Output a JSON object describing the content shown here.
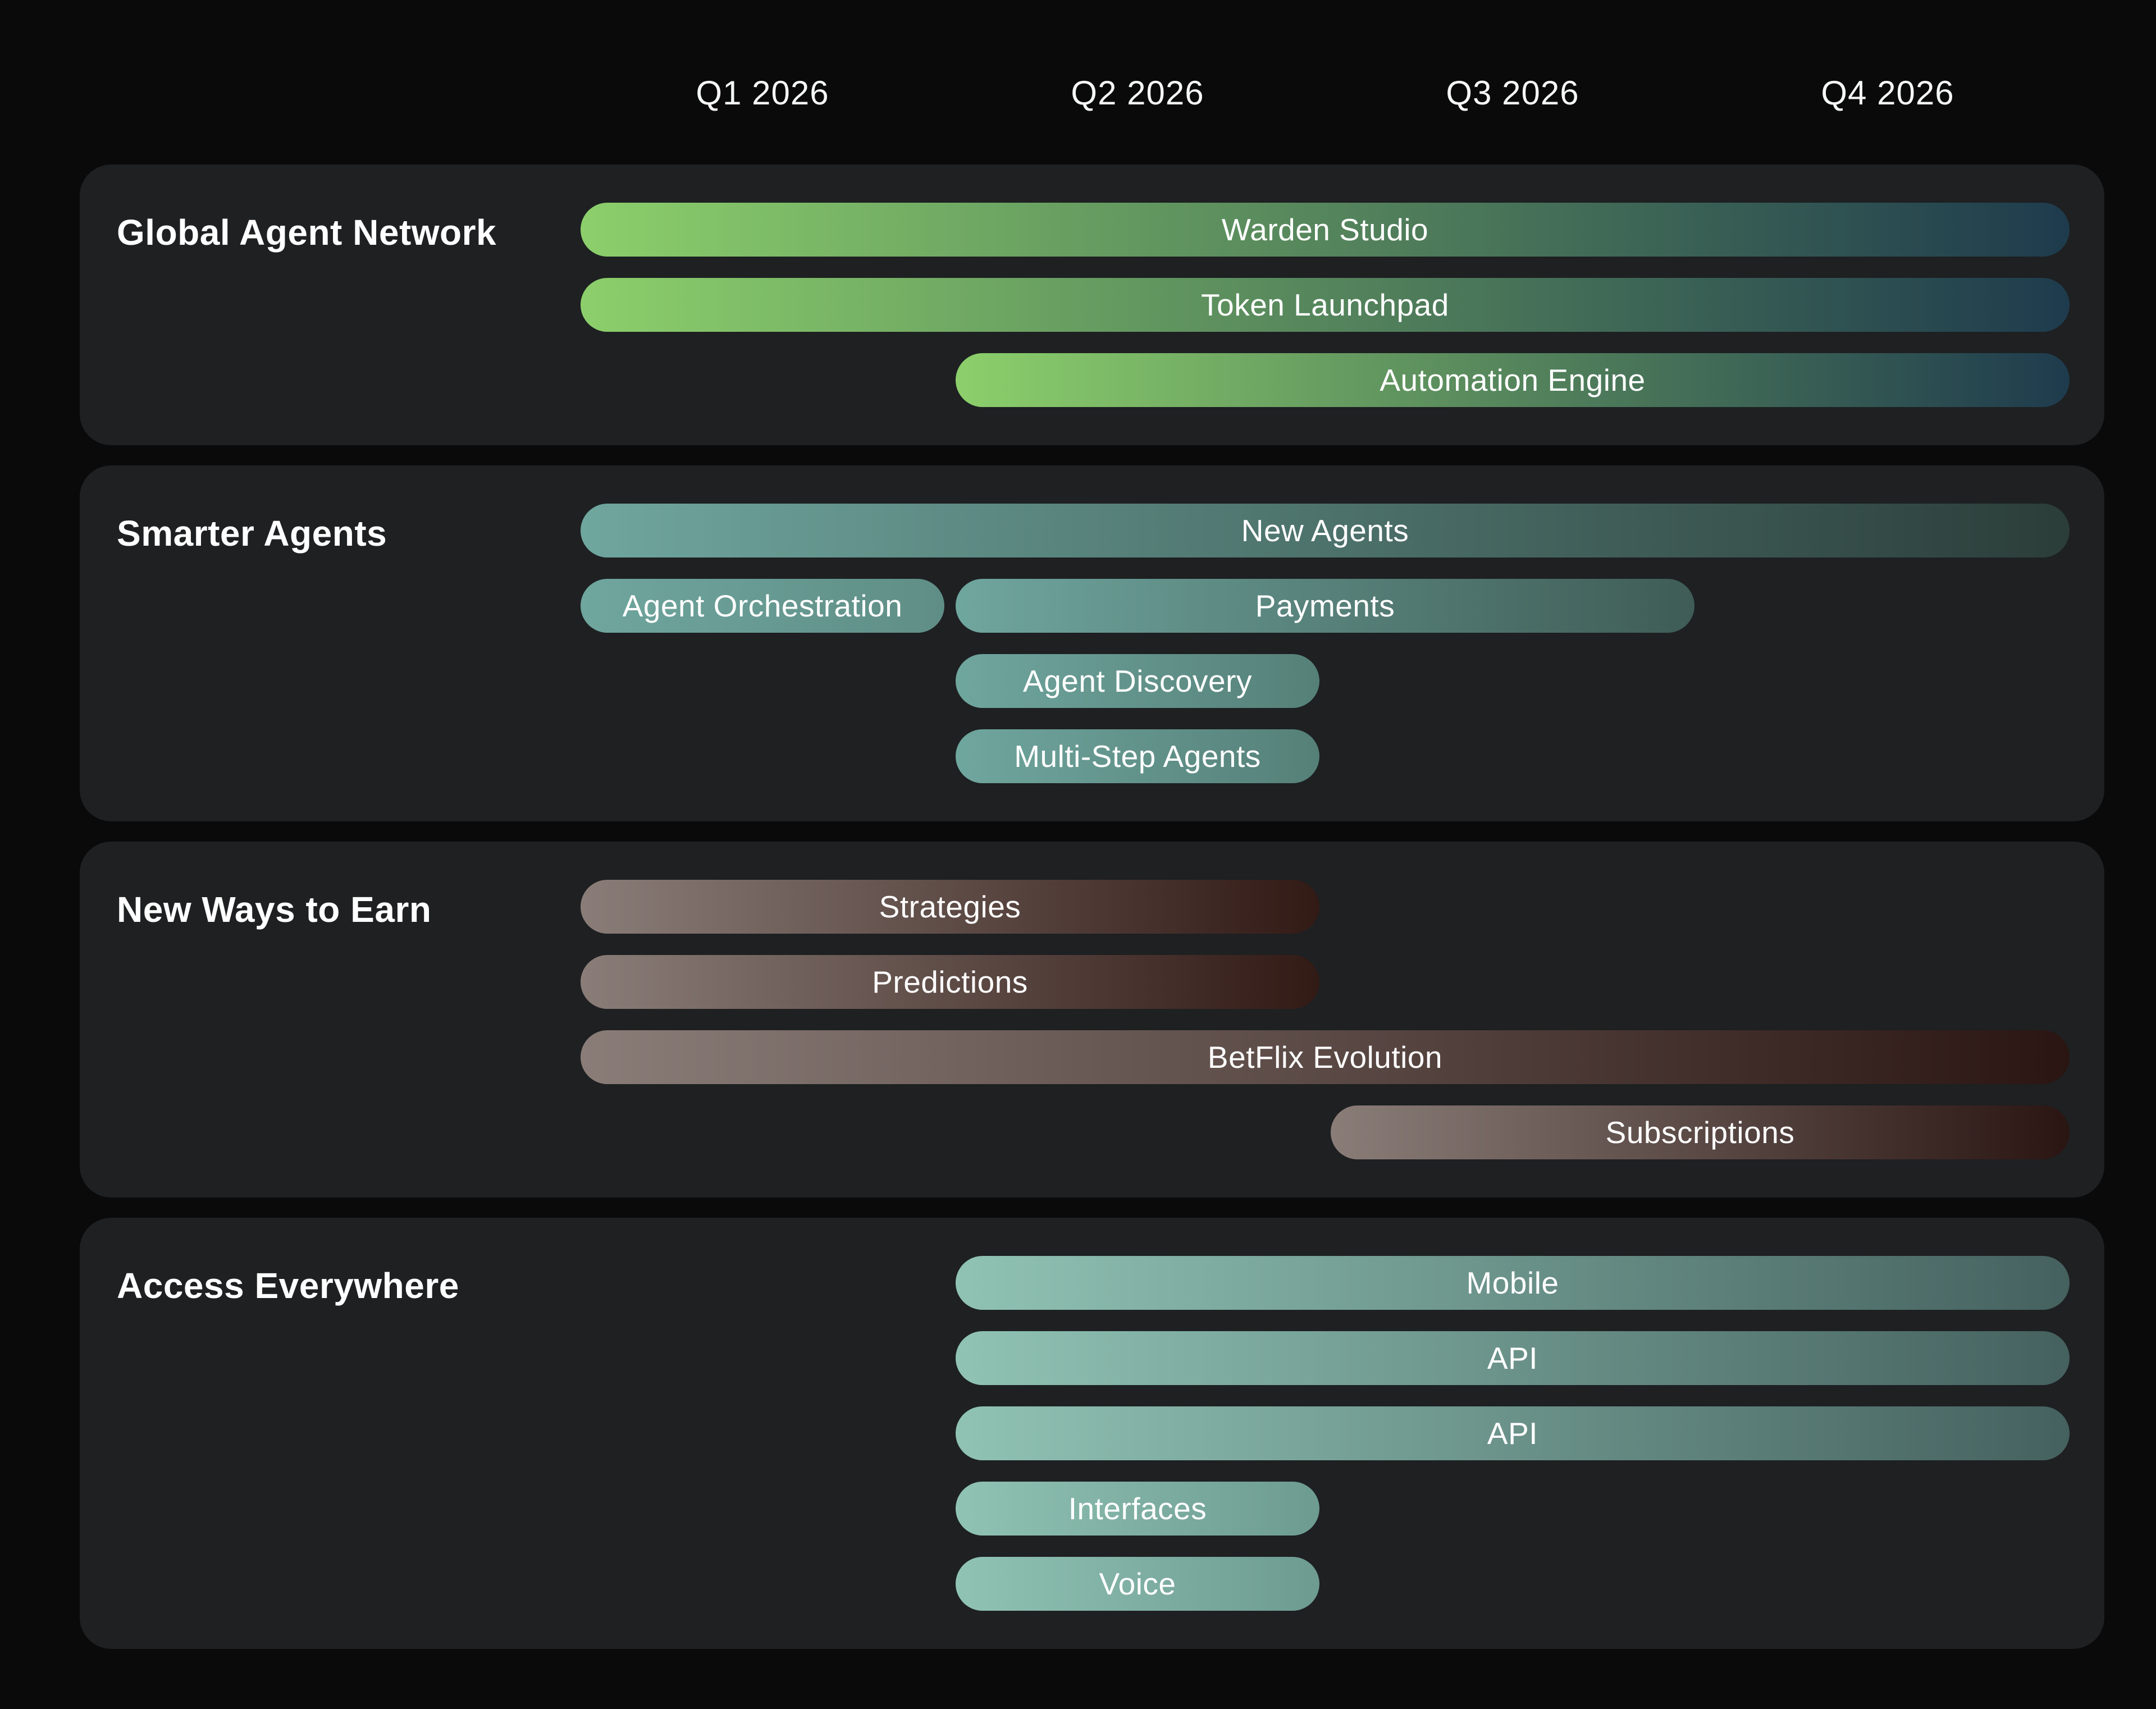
{
  "page": {
    "background": "#0a0a0b",
    "panel_background": "#1e2022",
    "text_color": "#ffffff"
  },
  "timeline": {
    "quarters": [
      "Q1 2026",
      "Q2 2026",
      "Q3 2026",
      "Q4 2026"
    ]
  },
  "chart_data": {
    "type": "bar",
    "variant": "roadmap-gantt",
    "title": "",
    "xlabel": "",
    "ylabel": "",
    "grid": false,
    "x": {
      "labels": [
        "Q1 2026",
        "Q2 2026",
        "Q3 2026",
        "Q4 2026"
      ],
      "range": [
        0,
        4
      ],
      "unit": "quarter"
    },
    "sections": [
      {
        "title": "Global Agent Network",
        "rows": [
          [
            {
              "label": "Warden Studio",
              "start": 0,
              "end": 4,
              "gradient": [
                "#8ccf6b",
                "#1e3b4d"
              ]
            }
          ],
          [
            {
              "label": "Token Launchpad",
              "start": 0,
              "end": 4,
              "gradient": [
                "#8ccf6b",
                "#1e3b4d"
              ]
            }
          ],
          [
            {
              "label": "Automation Engine",
              "start": 1,
              "end": 4,
              "gradient": [
                "#8ccf6b",
                "#1e3b4d"
              ]
            }
          ]
        ]
      },
      {
        "title": "Smarter Agents",
        "rows": [
          [
            {
              "label": "New Agents",
              "start": 0,
              "end": 4,
              "gradient": [
                "#6fa69e",
                "#2b3d39"
              ]
            }
          ],
          [
            {
              "label": "Agent Orchestration",
              "start": 0,
              "end": 1,
              "gradient": [
                "#6fa69e",
                "#5f8e86"
              ]
            },
            {
              "label": "Payments",
              "start": 1,
              "end": 3,
              "gradient": [
                "#6fa69e",
                "#3f5c56"
              ]
            }
          ],
          [
            {
              "label": "Agent Discovery",
              "start": 1,
              "end": 2,
              "gradient": [
                "#6fa69e",
                "#558078"
              ]
            }
          ],
          [
            {
              "label": "Multi-Step Agents",
              "start": 1,
              "end": 2,
              "gradient": [
                "#6fa69e",
                "#558078"
              ]
            }
          ]
        ]
      },
      {
        "title": "New Ways to Earn",
        "rows": [
          [
            {
              "label": "Strategies",
              "start": 0,
              "end": 2,
              "gradient": [
                "#8a7d78",
                "#321a15"
              ]
            }
          ],
          [
            {
              "label": "Predictions",
              "start": 0,
              "end": 2,
              "gradient": [
                "#8a7d78",
                "#321a15"
              ]
            }
          ],
          [
            {
              "label": "BetFlix Evolution",
              "start": 0,
              "end": 4,
              "gradient": [
                "#8a7d78",
                "#2a1512"
              ]
            }
          ],
          [
            {
              "label": "Subscriptions",
              "start": 2,
              "end": 4,
              "gradient": [
                "#8a7d78",
                "#2a1512"
              ]
            }
          ]
        ]
      },
      {
        "title": "Access Everywhere",
        "rows": [
          [
            {
              "label": "Mobile",
              "start": 1,
              "end": 4,
              "gradient": [
                "#90c3b4",
                "#45615f"
              ]
            }
          ],
          [
            {
              "label": "API",
              "start": 1,
              "end": 4,
              "gradient": [
                "#90c3b4",
                "#45615f"
              ]
            }
          ],
          [
            {
              "label": "API",
              "start": 1,
              "end": 4,
              "gradient": [
                "#90c3b4",
                "#45615f"
              ]
            }
          ],
          [
            {
              "label": "Interfaces",
              "start": 1,
              "end": 2,
              "gradient": [
                "#90c3b4",
                "#6d9b90"
              ]
            }
          ],
          [
            {
              "label": "Voice",
              "start": 1,
              "end": 2,
              "gradient": [
                "#90c3b4",
                "#6d9b90"
              ]
            }
          ]
        ]
      }
    ]
  }
}
